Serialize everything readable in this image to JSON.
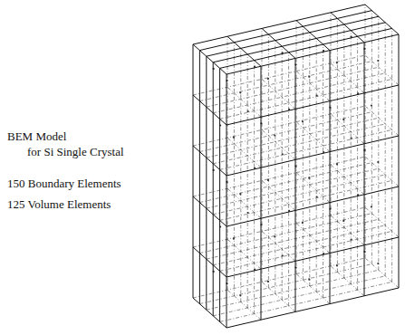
{
  "diagram": {
    "labels": [
      "BEM Model",
      "for Si Single Crystal",
      "150 Boundary Elements",
      "125 Volume Elements"
    ]
  }
}
